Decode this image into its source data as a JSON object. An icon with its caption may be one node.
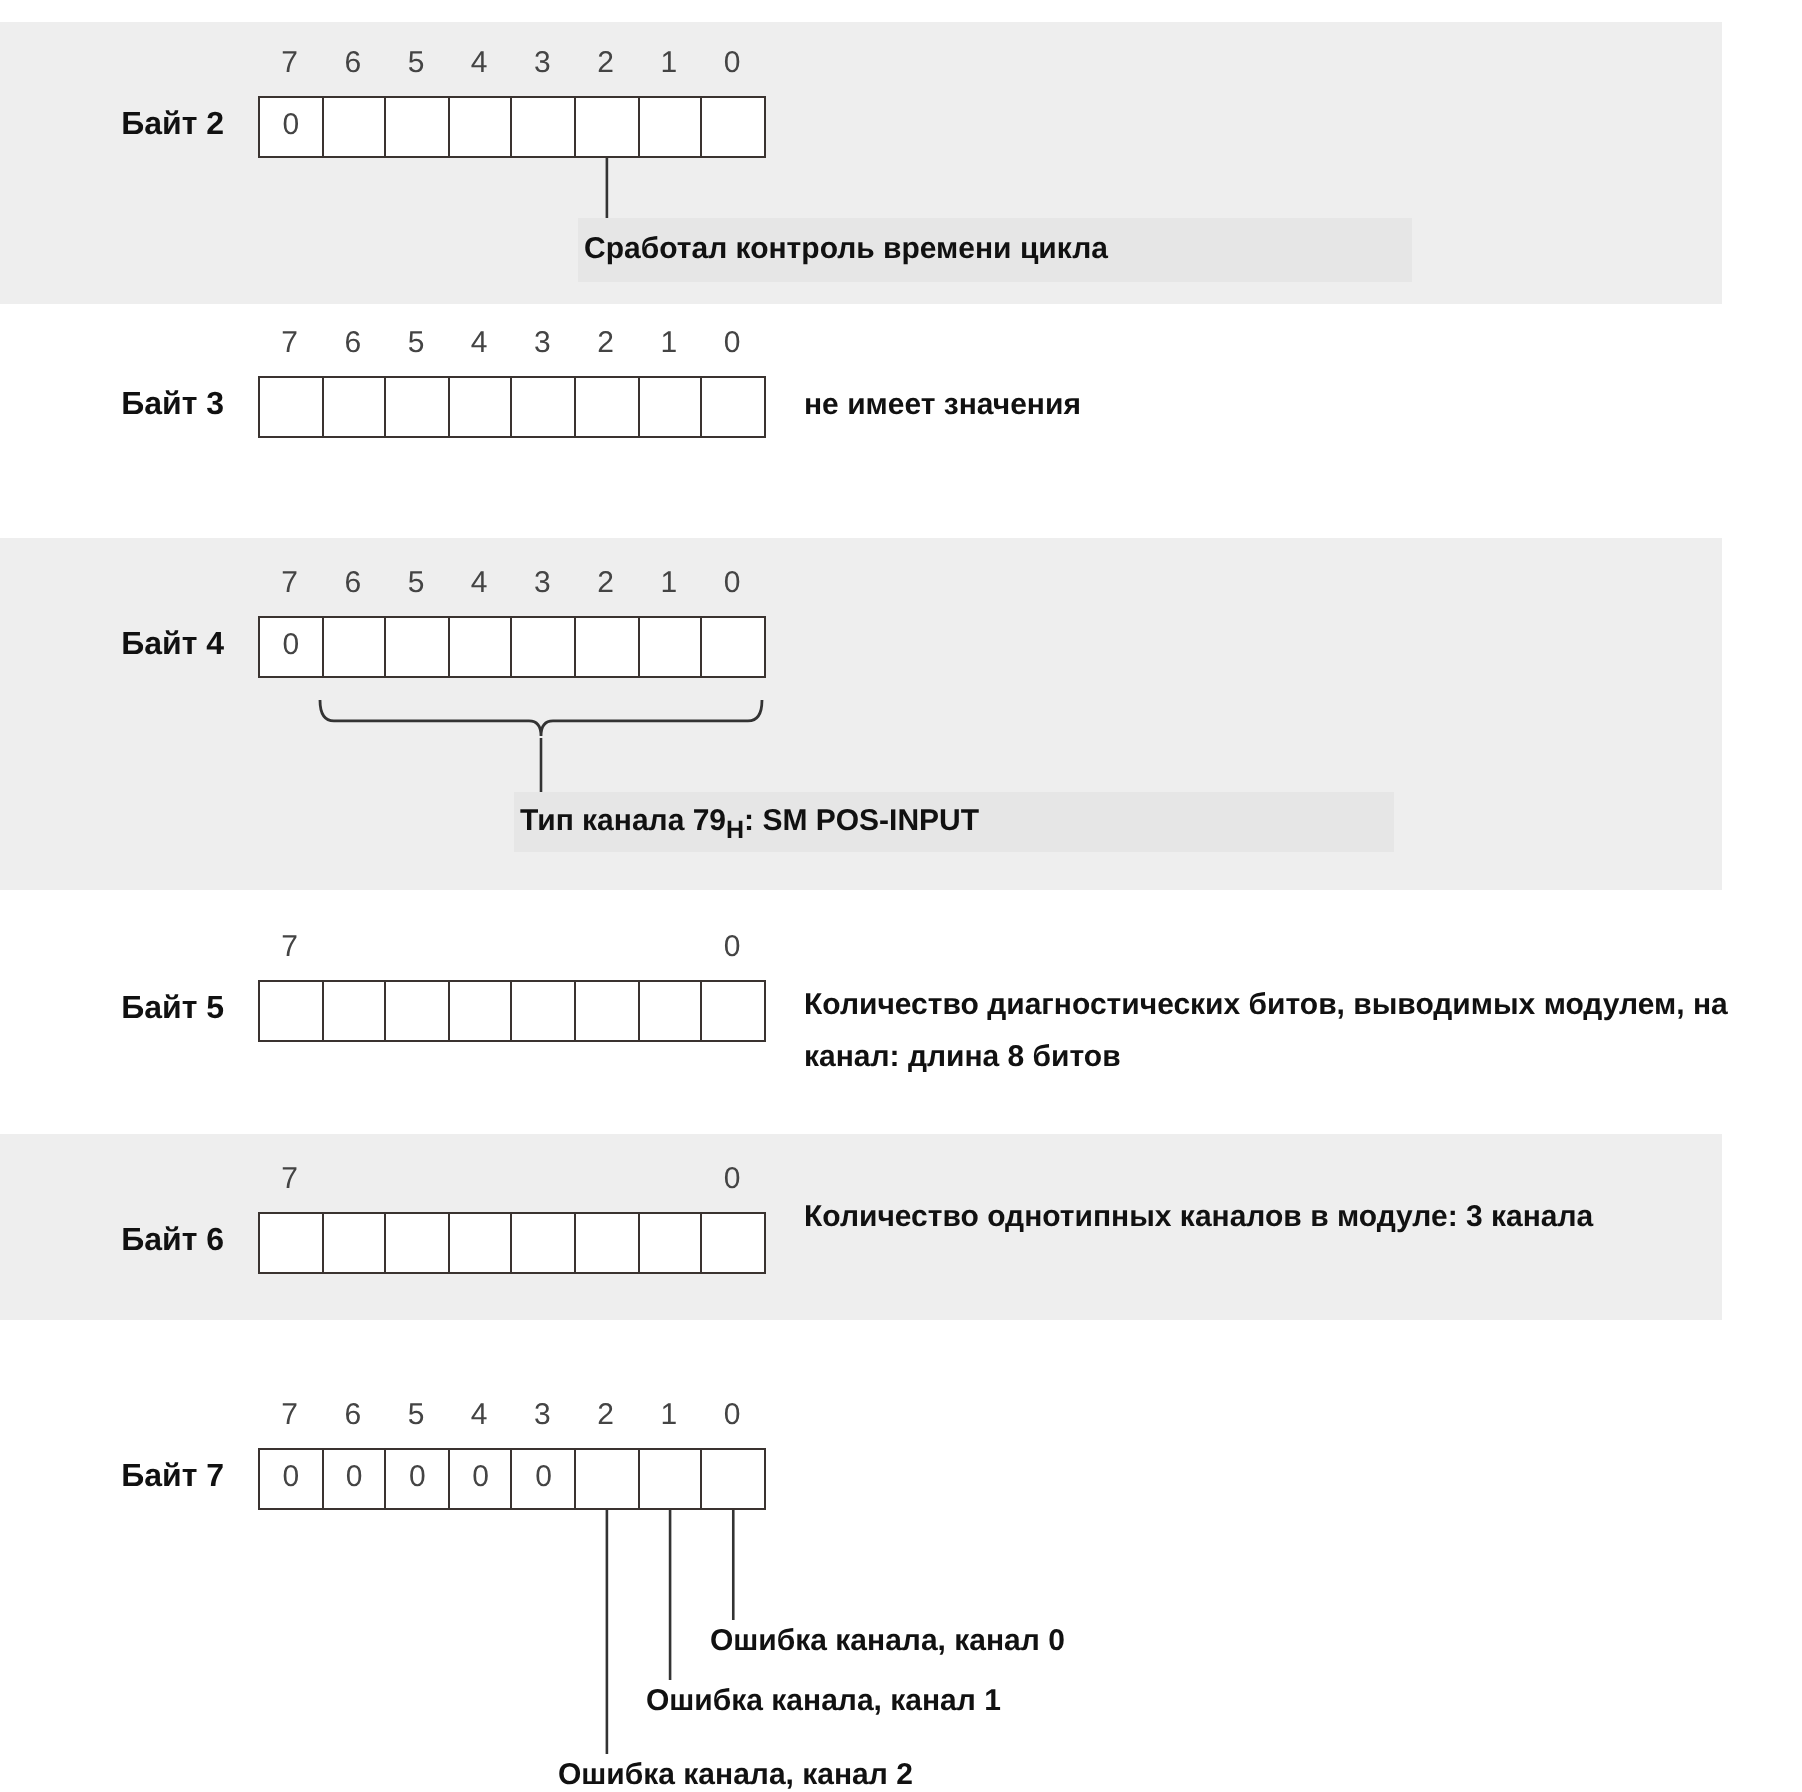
{
  "diagram": {
    "nodes": [
      {
        "text": [
          "Сработал контроль времени цикла"
        ]
      },
      {
        "text": [],
        "shape": "box"
      },
      {
        "text": [
          "Тип канала 79$_{H}$: SM POS-INPUT"
        ]
      },
      {
        "text": [],
        "shape": "brace"
      },
      {
        "text": [
          "Ошибка канала, канал 0"
        ]
      },
      {
        "text": [
          "Ошибка канала, канал 1"
        ]
      },
      {
        "text": [
          "Ошибка канала, канал 2"
        ]
      },
      {
        "text": [],
        "shape": "box"
      },
      {
        "text": [],
        "shape": "box"
      },
      {
        "text": [],
        "shape": "box"
      }
    ],
    "edges": [
      {
        "from": 0,
        "to": 1,
        "arrow": "none"
      },
      {
        "from": 2,
        "to": 3,
        "arrow": "none"
      },
      {
        "from": 4,
        "to": 7,
        "arrow": "none"
      },
      {
        "from": 5,
        "to": 8,
        "arrow": "none"
      },
      {
        "from": 6,
        "to": 9,
        "arrow": "none"
      }
    ],
    "labels": [
      "7",
      "6",
      "5",
      "4",
      "3",
      "2",
      "1",
      "0",
      "Байт 2",
      "0",
      "7",
      "6",
      "5",
      "4",
      "3",
      "2",
      "1",
      "0",
      "Байт 3",
      "не имеет значения",
      "7",
      "6",
      "5",
      "4",
      "3",
      "2",
      "1",
      "0",
      "Байт 4",
      "0",
      "7",
      "0",
      "Байт 5",
      "Количество диагностических битов, выводимых модулем, на канал: длина 8 битов",
      "7",
      "0",
      "Байт 6",
      "Количество однотипных каналов в модуле: 3 канала",
      "7",
      "6",
      "5",
      "4",
      "3",
      "2",
      "1",
      "0",
      "Байт 7",
      "0",
      "0",
      "0",
      "0",
      "0"
    ]
  }
}
